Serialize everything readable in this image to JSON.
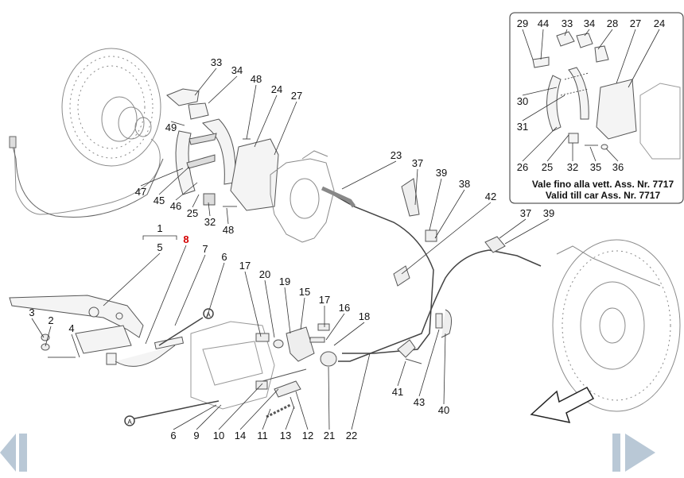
{
  "inset": {
    "note_line1": "Vale fino alla vett. Ass. Nr. 7717",
    "note_line2": "Valid till car Ass. Nr. 7717",
    "labels": [
      "29",
      "44",
      "33",
      "34",
      "28",
      "27",
      "24",
      "30",
      "31",
      "26",
      "25",
      "32",
      "35",
      "36"
    ]
  },
  "callouts": [
    "33",
    "34",
    "48",
    "24",
    "27",
    "49",
    "47",
    "45",
    "46",
    "25",
    "32",
    "48",
    "23",
    "37",
    "39",
    "38",
    "42",
    "37",
    "39",
    "1",
    "5",
    "8",
    "7",
    "6",
    "3",
    "2",
    "4",
    "A",
    "A",
    "17",
    "20",
    "19",
    "15",
    "17",
    "16",
    "18",
    "6",
    "9",
    "10",
    "14",
    "11",
    "13",
    "12",
    "21",
    "22",
    "41",
    "43",
    "40"
  ],
  "highlight_callout": "8",
  "nav": {
    "prev": "previous-page",
    "next": "next-page"
  }
}
